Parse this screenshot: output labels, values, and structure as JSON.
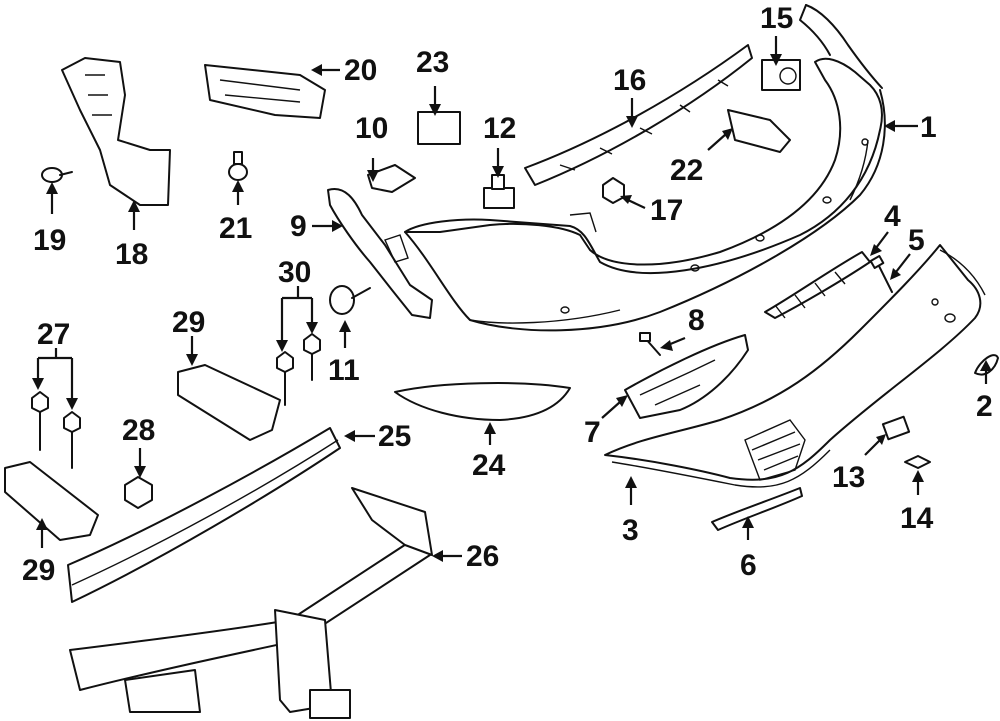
{
  "diagram": {
    "callouts": [
      {
        "id": "1",
        "text": "1"
      },
      {
        "id": "2",
        "text": "2"
      },
      {
        "id": "3",
        "text": "3"
      },
      {
        "id": "4",
        "text": "4"
      },
      {
        "id": "5",
        "text": "5"
      },
      {
        "id": "6",
        "text": "6"
      },
      {
        "id": "7",
        "text": "7"
      },
      {
        "id": "8",
        "text": "8"
      },
      {
        "id": "9",
        "text": "9"
      },
      {
        "id": "10",
        "text": "10"
      },
      {
        "id": "11",
        "text": "11"
      },
      {
        "id": "12",
        "text": "12"
      },
      {
        "id": "13",
        "text": "13"
      },
      {
        "id": "14",
        "text": "14"
      },
      {
        "id": "15",
        "text": "15"
      },
      {
        "id": "16",
        "text": "16"
      },
      {
        "id": "17",
        "text": "17"
      },
      {
        "id": "18",
        "text": "18"
      },
      {
        "id": "19",
        "text": "19"
      },
      {
        "id": "20",
        "text": "20"
      },
      {
        "id": "21",
        "text": "21"
      },
      {
        "id": "22",
        "text": "22"
      },
      {
        "id": "23",
        "text": "23"
      },
      {
        "id": "24",
        "text": "24"
      },
      {
        "id": "25",
        "text": "25"
      },
      {
        "id": "26",
        "text": "26"
      },
      {
        "id": "27",
        "text": "27"
      },
      {
        "id": "28",
        "text": "28"
      },
      {
        "id": "29a",
        "text": "29"
      },
      {
        "id": "29b",
        "text": "29"
      },
      {
        "id": "30",
        "text": "30"
      }
    ]
  }
}
